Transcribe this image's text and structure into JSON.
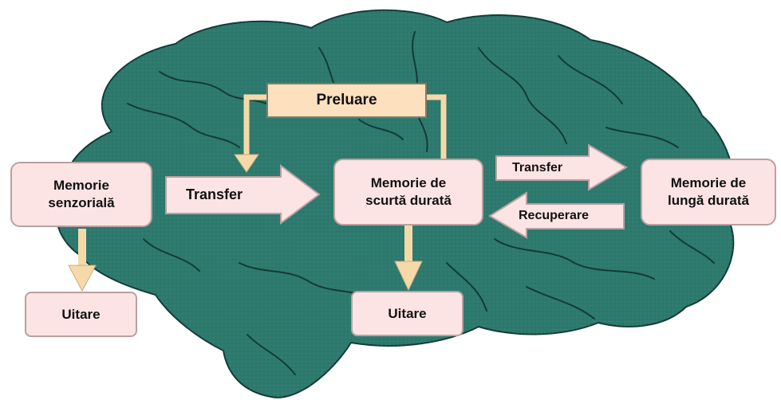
{
  "colors": {
    "brain_fill": "#2e7a6e",
    "brain_outline": "#123b35",
    "box_fill": "#fde4e4",
    "preluare_fill": "#fde0bd",
    "arrow_fill": "#f6d9a8"
  },
  "brain_icon": "brain-icon",
  "preluare": {
    "label": "Preluare"
  },
  "nodes": {
    "senzoriala": {
      "line1": "Memorie",
      "line2": "senzorială"
    },
    "scurta": {
      "line1": "Memorie de",
      "line2": "scurtă durată"
    },
    "lunga": {
      "line1": "Memorie de",
      "line2": "lungă durată"
    },
    "uitare_left": {
      "label": "Uitare"
    },
    "uitare_center": {
      "label": "Uitare"
    }
  },
  "arrows": {
    "transfer_left": "Transfer",
    "transfer_right": "Transfer",
    "recuperare": "Recuperare"
  }
}
